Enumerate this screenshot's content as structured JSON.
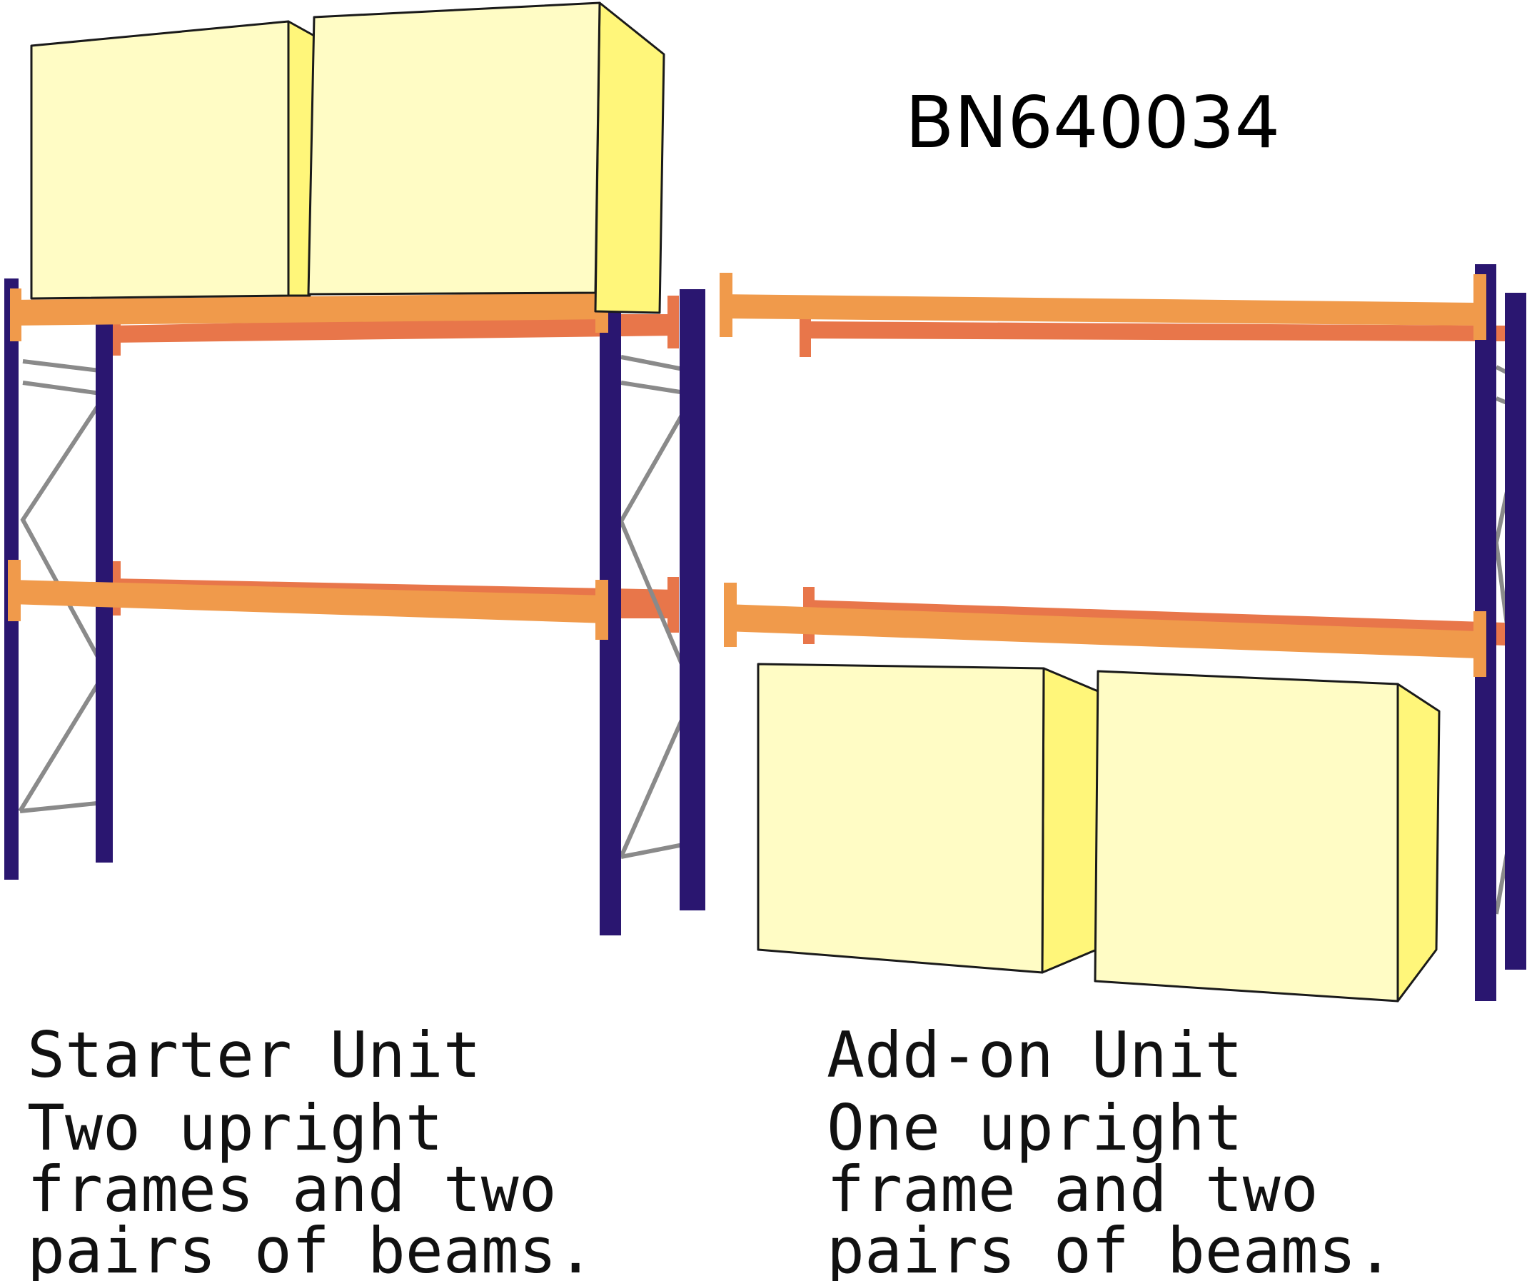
{
  "code": "BN640034",
  "colors": {
    "upright": "#2a1670",
    "beam": "#f09a4b",
    "beam_back": "#e8764a",
    "brace": "#8a8a8a",
    "box_front": "#fffcc5",
    "box_side": "#fff67a",
    "outline": "#1a1a1a"
  },
  "starter": {
    "title": "Starter Unit",
    "line1": "Two upright",
    "line2": "frames and two",
    "line3": "pairs of beams."
  },
  "addon": {
    "title": "Add-on Unit",
    "line1": "One upright",
    "line2": "frame and two",
    "line3": "pairs of beams."
  }
}
